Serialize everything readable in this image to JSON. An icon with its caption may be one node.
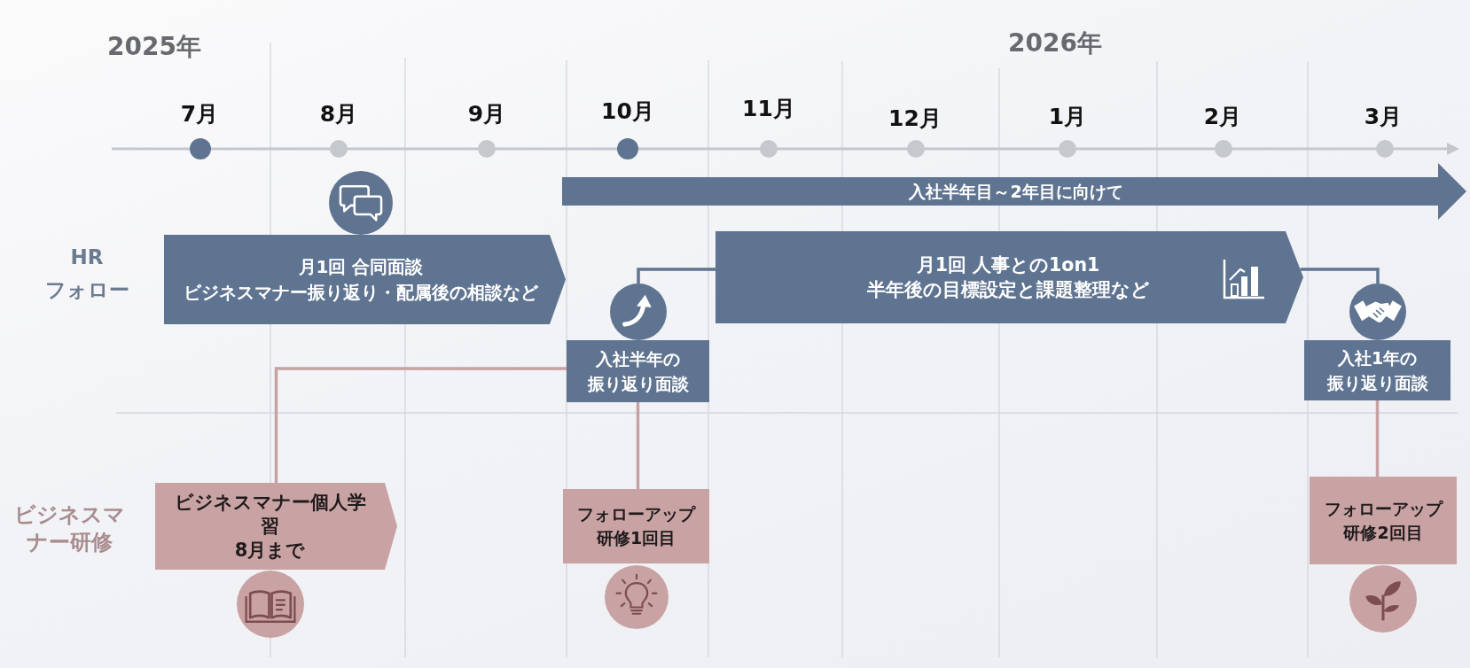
{
  "diagram": {
    "nodes": [
      {
        "text": [
          "入社半年目～2年目に向けて"
        ]
      },
      {
        "text": [
          "月1回 合同面談",
          "ビジネスマナー振り返り・配属後の相談など"
        ]
      },
      {
        "text": [
          "月1回 人事との1on1",
          "半年後の目標設定と課題整理など"
        ]
      },
      {
        "text": [],
        "shape": "circle"
      },
      {
        "text": [
          "入社半年の振り返り面談"
        ]
      },
      {
        "text": [],
        "shape": "circle"
      },
      {
        "text": [
          "入社1年の振り返り面談"
        ]
      },
      {
        "text": [
          "ビジネスマナー個人学習",
          "8月まで"
        ]
      },
      {
        "text": [
          "フォローアップ研修1回目"
        ]
      },
      {
        "text": [
          "フォローアップ研修2回目"
        ]
      }
    ],
    "edges": [
      {
        "from": 2,
        "to": 3,
        "arrow": "none",
        "color": "#5f7491"
      },
      {
        "from": 2,
        "to": 5,
        "arrow": "none",
        "color": "#5f7491"
      },
      {
        "from": 4,
        "to": 7,
        "arrow": "none"
      },
      {
        "from": 4,
        "to": 8,
        "arrow": "none"
      },
      {
        "from": 6,
        "to": 9,
        "arrow": "none"
      }
    ],
    "labels": [
      "2025年",
      "2026年",
      "7月",
      "8月",
      "9月",
      "10月",
      "11月",
      "12月",
      "1月",
      "2月",
      "3月",
      "HR フォロー",
      "ビジネスマナー研修"
    ]
  }
}
